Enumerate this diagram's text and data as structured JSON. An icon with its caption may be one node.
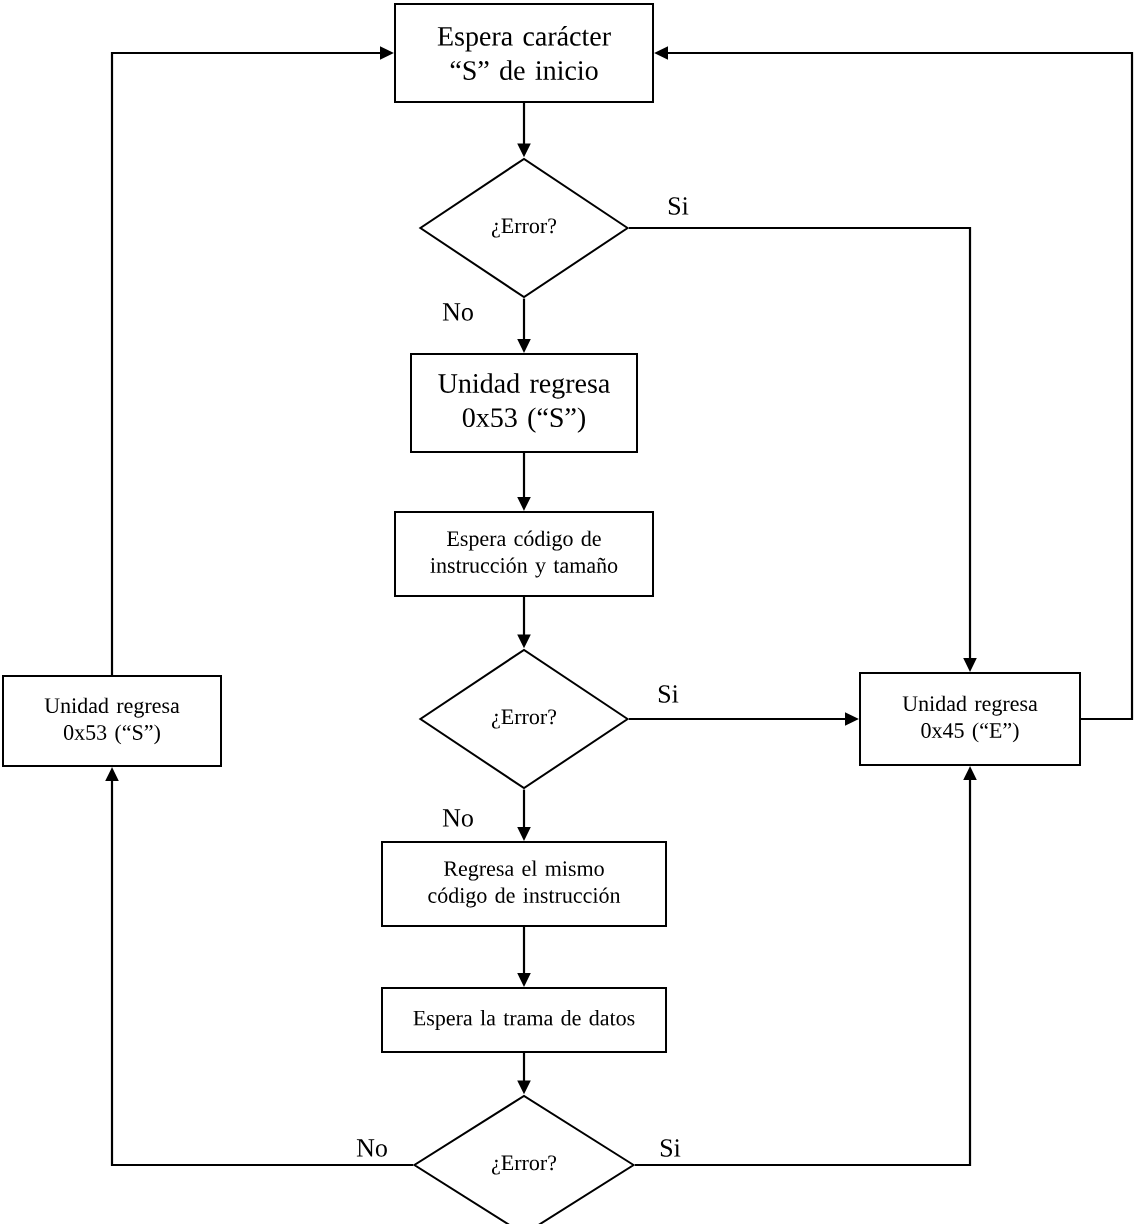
{
  "diagram": {
    "nodes": [
      {
        "text": [
          "Espera carácter “S” de inicio"
        ]
      },
      {
        "text": [
          "¿Error?"
        ]
      },
      {
        "text": [
          "Unidad regresa 0x53 (“S”)"
        ]
      },
      {
        "text": [
          "Espera código de instrucción y tamaño"
        ]
      },
      {
        "text": [
          "Unidad regresa 0x53 (“S”)"
        ]
      },
      {
        "text": [
          "¿Error?"
        ]
      },
      {
        "text": [
          "Unidad regresa 0x45 (“E”)"
        ]
      },
      {
        "text": [
          "Regresa el mismo código de instrucción"
        ]
      },
      {
        "text": [
          "Espera la trama de datos"
        ]
      },
      {
        "text": [
          "¿Error?"
        ]
      }
    ],
    "edges": [
      {
        "from": 0,
        "to": 1,
        "arrow": "to"
      },
      {
        "from": 1,
        "to": 2,
        "arrow": "to",
        "label": "No"
      },
      {
        "from": 1,
        "to": 6,
        "arrow": "to",
        "label": "Si"
      },
      {
        "from": 2,
        "to": 3,
        "arrow": "to"
      },
      {
        "from": 3,
        "to": 5,
        "arrow": "to"
      },
      {
        "from": 5,
        "to": 6,
        "arrow": "to",
        "label": "Si"
      },
      {
        "from": 5,
        "to": 7,
        "arrow": "to",
        "label": "No"
      },
      {
        "from": 7,
        "to": 8,
        "arrow": "to"
      },
      {
        "from": 8,
        "to": 9,
        "arrow": "to"
      },
      {
        "from": 9,
        "to": 4,
        "arrow": "to",
        "label": "No"
      },
      {
        "from": 9,
        "to": 6,
        "arrow": "to",
        "label": "Si"
      },
      {
        "from": 4,
        "to": 0,
        "arrow": "to"
      },
      {
        "from": 6,
        "to": 0,
        "arrow": "to"
      }
    ]
  }
}
